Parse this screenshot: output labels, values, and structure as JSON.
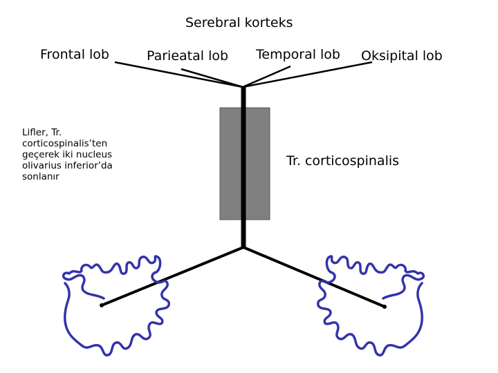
{
  "title": "Serebral korteks",
  "lobes": {
    "frontal": "Frontal lob",
    "parietal": "Parieatal lob",
    "temporal": "Temporal lob",
    "occipital": "Oksipital lob"
  },
  "tract_label": "Tr. corticospinalis",
  "note": "Lifler, Tr.\ncorticospinalis’ten\ngeçerek iki nucleus\nolivarius inferior’da\nsonlanır",
  "colors": {
    "lines": "#000000",
    "box_fill": "#808080",
    "olive_outline": "#3333aa"
  }
}
